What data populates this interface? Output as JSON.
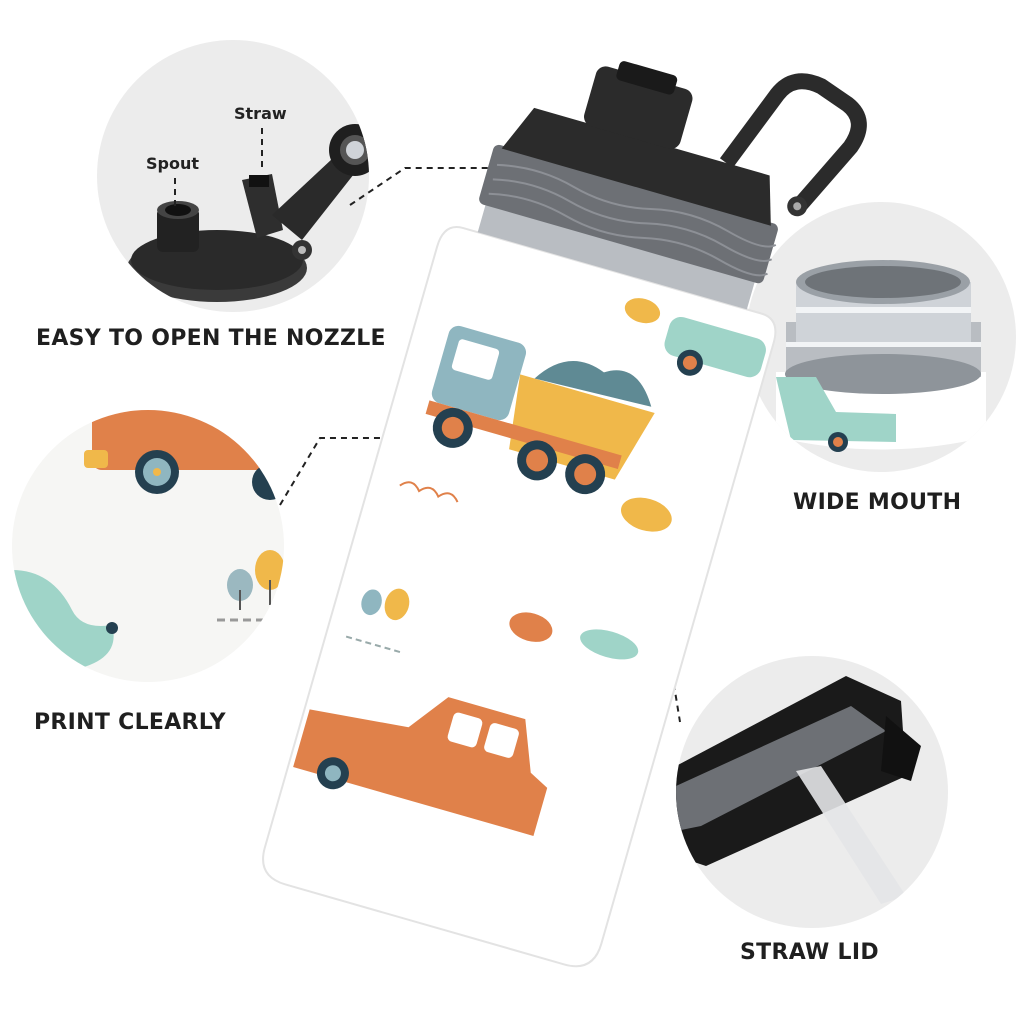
{
  "features": {
    "nozzle": {
      "title": "EASY TO OPEN THE NOZZLE",
      "callouts": {
        "straw": "Straw",
        "spout": "Spout"
      }
    },
    "mouth": {
      "title": "WIDE MOUTH"
    },
    "print": {
      "title": "PRINT CLEARLY"
    },
    "lid": {
      "title": "STRAW LID"
    }
  },
  "product": {
    "name": "water-bottle",
    "pattern": "construction-vehicles"
  },
  "colors": {
    "background": "#ffffff",
    "circle_bg": "#ececec",
    "text": "#1f1f1f",
    "cap": "#2b2b2b",
    "grip": "#6d7075",
    "truck_orange": "#e07f3f",
    "truck_yellow": "#f0b84a",
    "teal": "#9fd4c8",
    "slate": "#5f8a94"
  }
}
